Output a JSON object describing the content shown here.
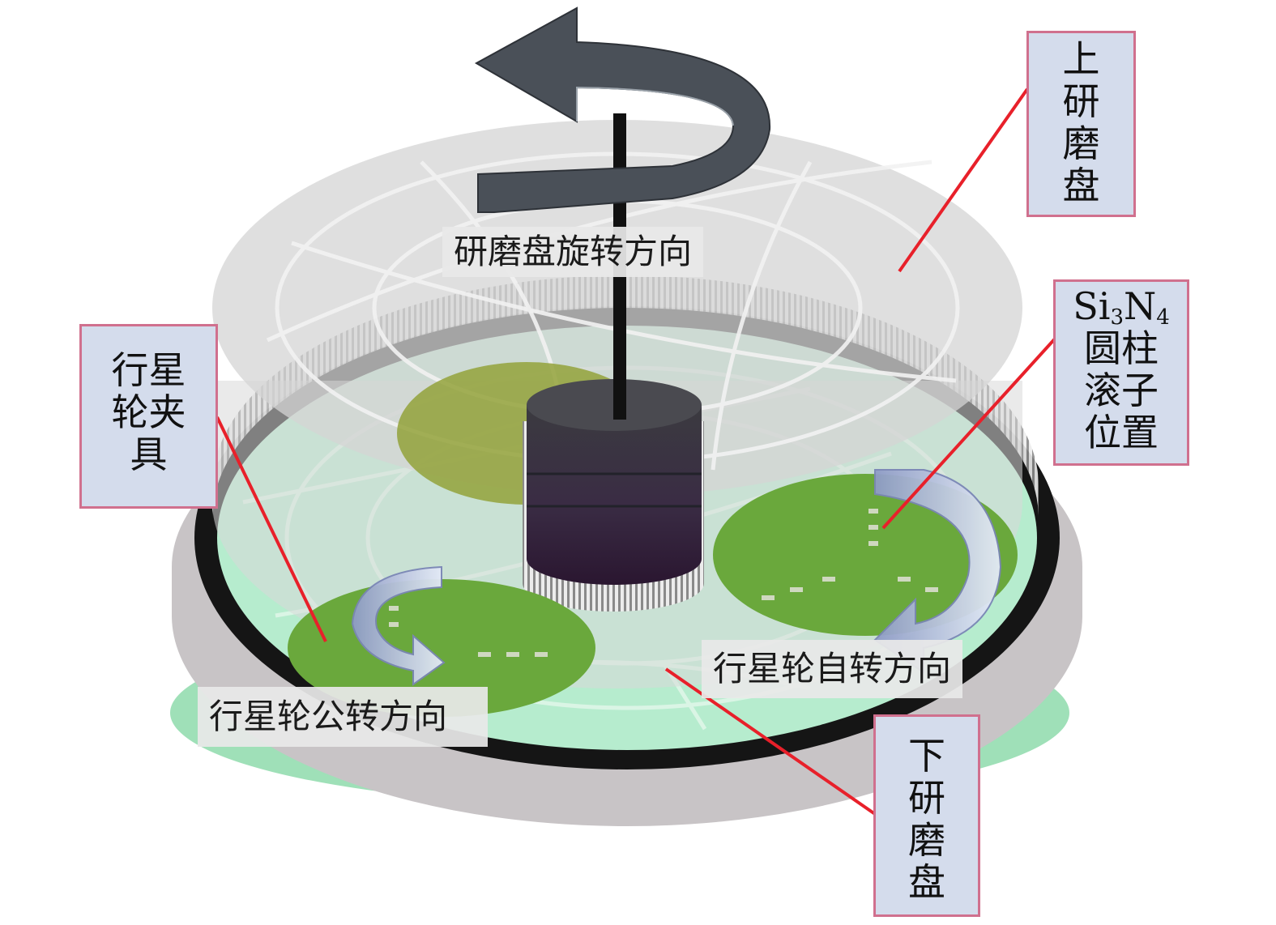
{
  "labels": {
    "upper_disc": [
      "上",
      "研",
      "磨",
      "盘"
    ],
    "lower_disc": [
      "下",
      "研",
      "磨",
      "盘"
    ],
    "planet_fixture": [
      "行星",
      "轮夹",
      "具"
    ],
    "roller": {
      "si": "Si",
      "sub1": "3",
      "n": "N",
      "sub2": "4",
      "lines": [
        "圆柱",
        "滚子",
        "位置"
      ]
    },
    "disc_rotation": "研磨盘旋转方向",
    "planet_self_rotation": "行星轮自转方向",
    "planet_revolution": "行星轮公转方向"
  },
  "colors": {
    "leader_line": "#e8202a",
    "box_fill": "#d4dcec",
    "box_border": "#d0708e",
    "planet_green": "#6aa83c",
    "lower_disc_green": "#a9e8c4",
    "ring_dark": "#151515"
  },
  "icons": [
    "rotation-arrow-icon",
    "self-rotation-arrow-icon",
    "revolution-arrow-icon"
  ]
}
